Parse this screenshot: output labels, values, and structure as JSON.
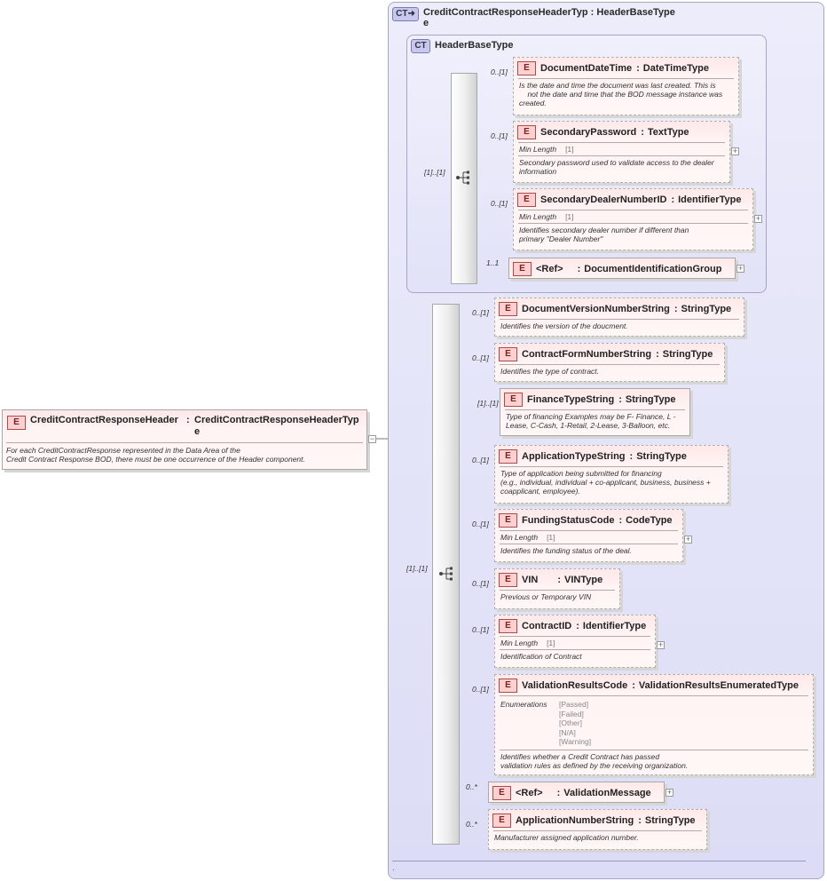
{
  "root": {
    "badge": "E",
    "name": "CreditContractResponseHeader",
    "type_line1": "CreditContractResponseHeaderTyp",
    "type_line2": "e",
    "doc_line1": "For each CreditContractResponse represented in the Data Area of the",
    "doc_line2": "Credit Contract Response BOD, there must be one occurrence of the Header component.",
    "collapse_symbol": "−"
  },
  "complex_type": {
    "badge": "CT",
    "title_line1": "CreditContractResponseHeaderTyp : HeaderBaseType",
    "title_line2": "e"
  },
  "base_type": {
    "badge": "CT",
    "title": "HeaderBaseType",
    "occurrence": "[1]..[1]"
  },
  "content_sequence": {
    "occurrence": "[1]..[1]"
  },
  "colon": ":",
  "plus_symbol": "+",
  "base_elements": [
    {
      "badge": "E",
      "name": "DocumentDateTime",
      "type": "DateTimeType",
      "occurrence": "0..[1]",
      "doc_lines": [
        "Is the date and time the document was last created. This is",
        "    not the date and time that the BOD message instance was",
        "created."
      ]
    },
    {
      "badge": "E",
      "name": "SecondaryPassword",
      "type": "TextType",
      "occurrence": "0..[1]",
      "facet_label": "Min Length",
      "facet_value": "[1]",
      "doc_lines": [
        "Secondary password used to validate access to the dealer",
        "information"
      ]
    },
    {
      "badge": "E",
      "name": "SecondaryDealerNumberID",
      "type": "IdentifierType",
      "occurrence": "0..[1]",
      "facet_label": "Min Length",
      "facet_value": "[1]",
      "doc_lines": [
        "Identifies secondary dealer number if different than",
        "primary \"Dealer Number\""
      ]
    },
    {
      "badge": "E",
      "name": "<Ref>",
      "type": "DocumentIdentificationGroup",
      "occurrence": "1..1"
    }
  ],
  "content_elements": [
    {
      "badge": "E",
      "name": "DocumentVersionNumberString",
      "type": "StringType",
      "occurrence": "0..[1]",
      "doc_lines": [
        "Identifies the version of the doucment."
      ]
    },
    {
      "badge": "E",
      "name": "ContractFormNumberString",
      "type": "StringType",
      "occurrence": "0..[1]",
      "doc_lines": [
        "Identifies the type of contract."
      ]
    },
    {
      "badge": "E",
      "name": "FinanceTypeString",
      "type": "StringType",
      "occurrence": "[1]..[1]",
      "doc_lines": [
        "Type of financing Examples may be F- Finance, L -",
        "Lease, C-Cash, 1-Retail, 2-Lease, 3-Balloon, etc."
      ]
    },
    {
      "badge": "E",
      "name": "ApplicationTypeString",
      "type": "StringType",
      "occurrence": "0..[1]",
      "doc_lines": [
        "Type of application being submitted for financing",
        "(e.g., individual, individual + co-applicant, business, business +",
        "coapplicant, employee)."
      ]
    },
    {
      "badge": "E",
      "name": "FundingStatusCode",
      "type": "CodeType",
      "occurrence": "0..[1]",
      "facet_label": "Min Length",
      "facet_value": "[1]",
      "doc_lines": [
        "Identifies the funding status of the deal."
      ]
    },
    {
      "badge": "E",
      "name": "VIN",
      "type": "VINType",
      "occurrence": "0..[1]",
      "doc_lines": [
        "Previous or Temporary VIN"
      ]
    },
    {
      "badge": "E",
      "name": "ContractID",
      "type": "IdentifierType",
      "occurrence": "0..[1]",
      "facet_label": "Min Length",
      "facet_value": "[1]",
      "doc_lines": [
        "Identification of Contract"
      ]
    },
    {
      "badge": "E",
      "name": "ValidationResultsCode",
      "type": "ValidationResultsEnumeratedType",
      "occurrence": "0..[1]",
      "enum_label": "Enumerations",
      "enum_values": [
        "[Passed]",
        "[Failed]",
        "[Other]",
        "[N/A]",
        "[Warning]"
      ],
      "doc_lines": [
        "Identifies whether a Credit Contract has passed",
        "validation rules as defined by the receiving organization."
      ]
    },
    {
      "badge": "E",
      "name": "<Ref>",
      "type": "ValidationMessage",
      "occurrence": "0..*"
    },
    {
      "badge": "E",
      "name": "ApplicationNumberString",
      "type": "StringType",
      "occurrence": "0..*",
      "doc_lines": [
        "Manufacturer assigned application number."
      ]
    }
  ],
  "footer_dot": "."
}
